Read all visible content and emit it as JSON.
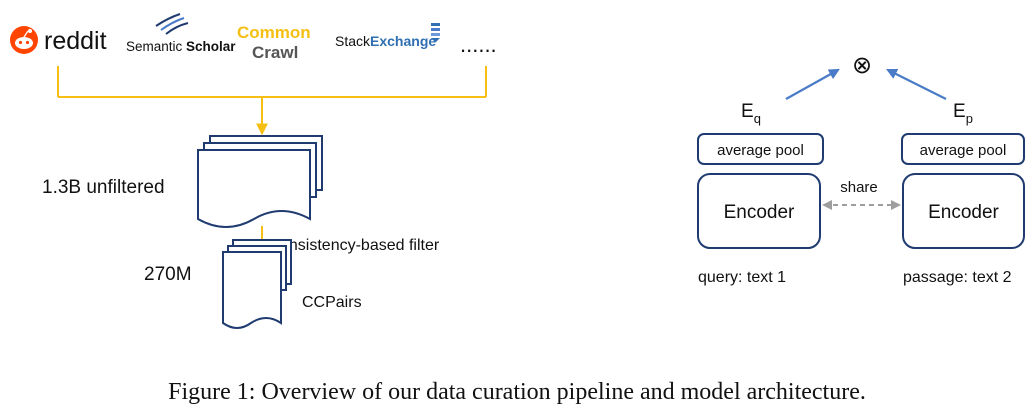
{
  "sources": [
    {
      "name": "reddit",
      "label": "reddit"
    },
    {
      "name": "semantic-scholar",
      "label_light": "Semantic",
      "label_bold": "Scholar"
    },
    {
      "name": "common-crawl",
      "line1": "Common",
      "line2": "Crawl"
    },
    {
      "name": "stackexchange",
      "label_light": "Stack",
      "label_bold": "Exchange"
    },
    {
      "name": "more",
      "label": "......"
    }
  ],
  "pipeline": {
    "unfiltered_label": "1.3B unfiltered",
    "filter_label": "consistency-based filter",
    "filtered_count": "270M",
    "filtered_name": "CCPairs"
  },
  "architecture": {
    "combine_symbol": "⊗",
    "eq_base": "E",
    "eq_sub": "q",
    "ep_base": "E",
    "ep_sub": "p",
    "left_pool": "average pool",
    "right_pool": "average pool",
    "left_encoder": "Encoder",
    "right_encoder": "Encoder",
    "share_label": "share",
    "left_input": "query: text 1",
    "right_input": "passage: text 2"
  },
  "caption": "Figure 1: Overview of our data curation pipeline and model architecture.",
  "colors": {
    "accent_yellow": "#F5C013",
    "navy": "#1F3B70",
    "arrow_blue": "#4A7BC8",
    "share_gray": "#9E9E9E",
    "reddit_orange": "#FF4500",
    "stack_blue": "#2F6FB2"
  }
}
